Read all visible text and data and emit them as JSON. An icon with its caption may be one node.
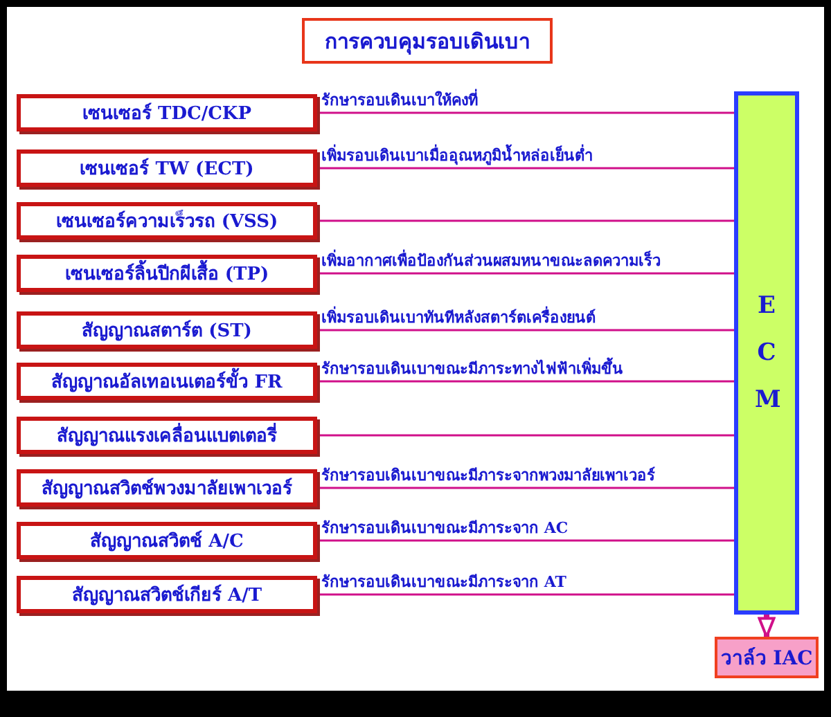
{
  "diagram": {
    "title": "การควบคุมรอบเดินเบา",
    "nodes": [
      {
        "text": [
          "เซนเซอร์ TDC/CKP"
        ]
      },
      {
        "text": [
          "เซนเซอร์ TW (ECT)"
        ]
      },
      {
        "text": [
          "เซนเซอร์ความเร็วรถ (VSS)"
        ]
      },
      {
        "text": [
          "เซนเซอร์ลิ้นปีกผีเสื้อ (TP)"
        ]
      },
      {
        "text": [
          "สัญญาณสตาร์ต (ST)"
        ]
      },
      {
        "text": [
          "สัญญาณอัลเทอเนเตอร์ขั้ว FR"
        ]
      },
      {
        "text": [
          "สัญญาณแรงเคลื่อนแบตเตอรี่"
        ]
      },
      {
        "text": [
          "สัญญาณสวิตช์พวงมาลัยเพาเวอร์"
        ]
      },
      {
        "text": [
          "สัญญาณสวิตช์ A/C"
        ]
      },
      {
        "text": [
          "สัญญาณสวิตช์เกียร์ A/T"
        ]
      },
      {
        "text": [
          "ECM"
        ]
      },
      {
        "text": [
          "วาล์ว IAC"
        ]
      }
    ],
    "edges": [
      {
        "from": 0,
        "to": 10,
        "arrow": "none",
        "label": "รักษารอบเดินเบาให้คงที่"
      },
      {
        "from": 1,
        "to": 10,
        "arrow": "none",
        "label": "เพิ่มรอบเดินเบาเมื่ออุณหภูมิน้ำหล่อเย็นต่ำ"
      },
      {
        "from": 2,
        "to": 10,
        "arrow": "none"
      },
      {
        "from": 3,
        "to": 10,
        "arrow": "none",
        "label": "เพิ่มอากาศเพื่อป้องกันส่วนผสมหนาขณะลดความเร็ว"
      },
      {
        "from": 4,
        "to": 10,
        "arrow": "none",
        "label": "เพิ่มรอบเดินเบาทันทีหลังสตาร์ตเครื่องยนต์"
      },
      {
        "from": 5,
        "to": 10,
        "arrow": "none",
        "label": "รักษารอบเดินเบาขณะมีภาระทางไฟฟ้าเพิ่มขึ้น"
      },
      {
        "from": 6,
        "to": 10,
        "arrow": "none"
      },
      {
        "from": 7,
        "to": 10,
        "arrow": "none",
        "label": "รักษารอบเดินเบาขณะมีภาระจากพวงมาลัยเพาเวอร์"
      },
      {
        "from": 8,
        "to": 10,
        "arrow": "none",
        "label": "รักษารอบเดินเบาขณะมีภาระจาก  AC"
      },
      {
        "from": 9,
        "to": 10,
        "arrow": "none",
        "label": "รักษารอบเดินเบาขณะมีภาระจาก  AT"
      },
      {
        "from": 10,
        "to": 11,
        "arrow": "to",
        "style": "thick"
      }
    ]
  }
}
